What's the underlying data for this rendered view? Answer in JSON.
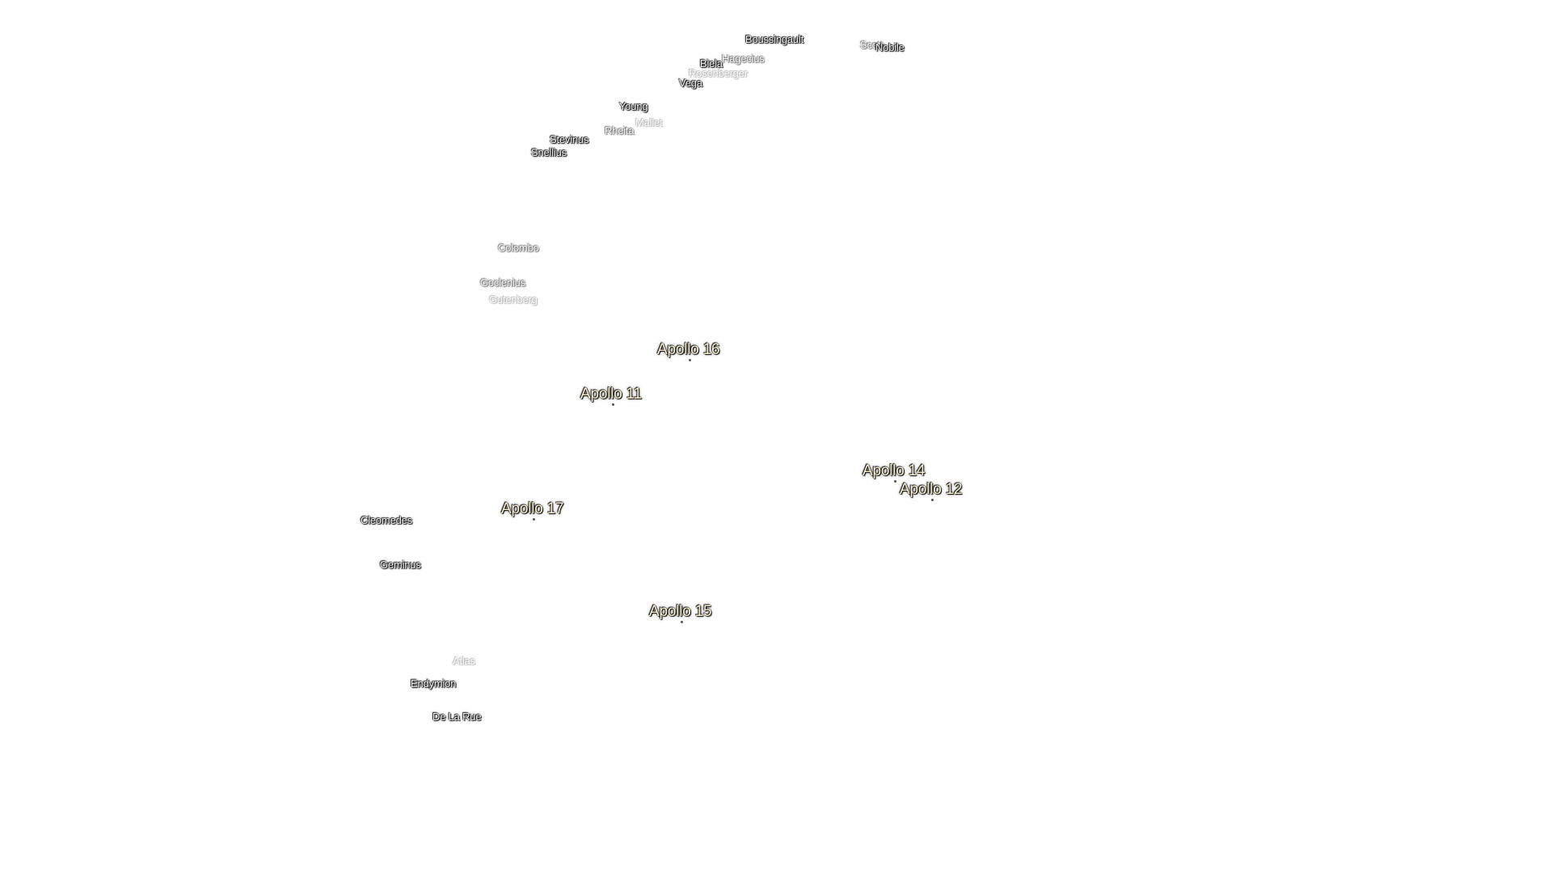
{
  "craters": [
    {
      "name": "Boussingault",
      "style": "normal"
    },
    {
      "name": "Scott",
      "style": "dim"
    },
    {
      "name": "Nobile",
      "style": "normal"
    },
    {
      "name": "Biela",
      "style": "normal"
    },
    {
      "name": "Hagecius",
      "style": "dim"
    },
    {
      "name": "Rosenberger",
      "style": "faint"
    },
    {
      "name": "Vega",
      "style": "normal"
    },
    {
      "name": "Young",
      "style": "normal"
    },
    {
      "name": "Mallet",
      "style": "faint"
    },
    {
      "name": "Rheita",
      "style": "dim"
    },
    {
      "name": "Stevinus",
      "style": "normal"
    },
    {
      "name": "Snellius",
      "style": "normal"
    },
    {
      "name": "Colombo",
      "style": "dim"
    },
    {
      "name": "Goclenius",
      "style": "dim"
    },
    {
      "name": "Gutenberg",
      "style": "faint"
    },
    {
      "name": "Cleomedes",
      "style": "normal"
    },
    {
      "name": "Geminus",
      "style": "normal"
    },
    {
      "name": "Atlas",
      "style": "faint"
    },
    {
      "name": "Endymion",
      "style": "normal"
    },
    {
      "name": "De La Rue",
      "style": "normal"
    }
  ],
  "apollo_sites": [
    {
      "name": "Apollo 16"
    },
    {
      "name": "Apollo 11"
    },
    {
      "name": "Apollo 14"
    },
    {
      "name": "Apollo 12"
    },
    {
      "name": "Apollo 17"
    },
    {
      "name": "Apollo 15"
    }
  ]
}
